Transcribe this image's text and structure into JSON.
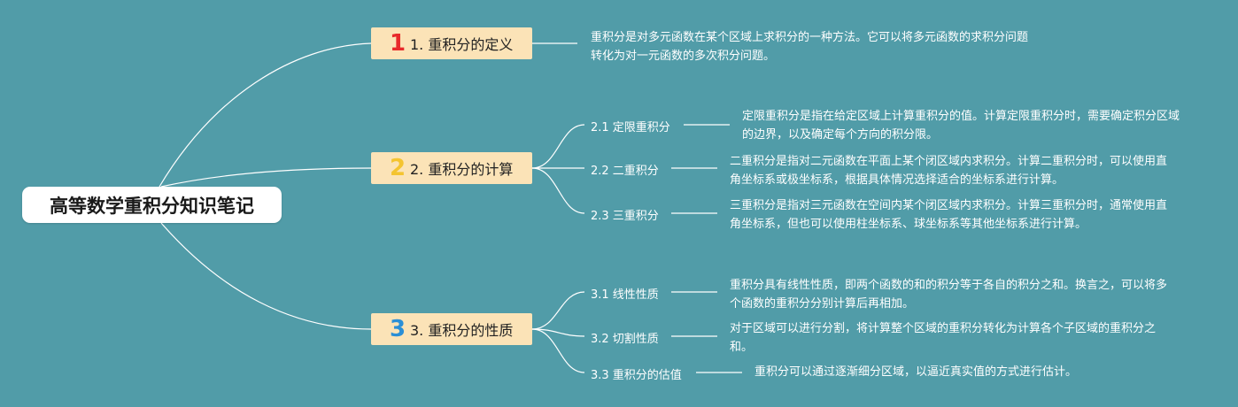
{
  "title": "高等数学重积分知识笔记",
  "colors": {
    "background": "#519ca8",
    "line": "#ffffff",
    "branch_fill": "#fbe3b7",
    "badge_1": "#e8292a",
    "badge_2": "#f4c430",
    "badge_3": "#2b8fd6"
  },
  "branches": [
    {
      "badge": "1",
      "label": "1. 重积分的定义",
      "desc": "重积分是对多元函数在某个区域上求积分的一种方法。它可以将多元函数的求积分问题转化为对一元函数的多次积分问题。"
    },
    {
      "badge": "2",
      "label": "2. 重积分的计算",
      "children": [
        {
          "label": "2.1 定限重积分",
          "desc": "定限重积分是指在给定区域上计算重积分的值。计算定限重积分时，需要确定积分区域的边界，以及确定每个方向的积分限。"
        },
        {
          "label": "2.2 二重积分",
          "desc": "二重积分是指对二元函数在平面上某个闭区域内求积分。计算二重积分时，可以使用直角坐标系或极坐标系，根据具体情况选择适合的坐标系进行计算。"
        },
        {
          "label": "2.3 三重积分",
          "desc": "三重积分是指对三元函数在空间内某个闭区域内求积分。计算三重积分时，通常使用直角坐标系，但也可以使用柱坐标系、球坐标系等其他坐标系进行计算。"
        }
      ]
    },
    {
      "badge": "3",
      "label": "3. 重积分的性质",
      "children": [
        {
          "label": "3.1 线性性质",
          "desc": "重积分具有线性性质，即两个函数的和的积分等于各自的积分之和。换言之，可以将多个函数的重积分分别计算后再相加。"
        },
        {
          "label": "3.2 切割性质",
          "desc": "对于区域可以进行分割，将计算整个区域的重积分转化为计算各个子区域的重积分之和。"
        },
        {
          "label": "3.3 重积分的估值",
          "desc": "重积分可以通过逐渐细分区域，以逼近真实值的方式进行估计。"
        }
      ]
    }
  ]
}
